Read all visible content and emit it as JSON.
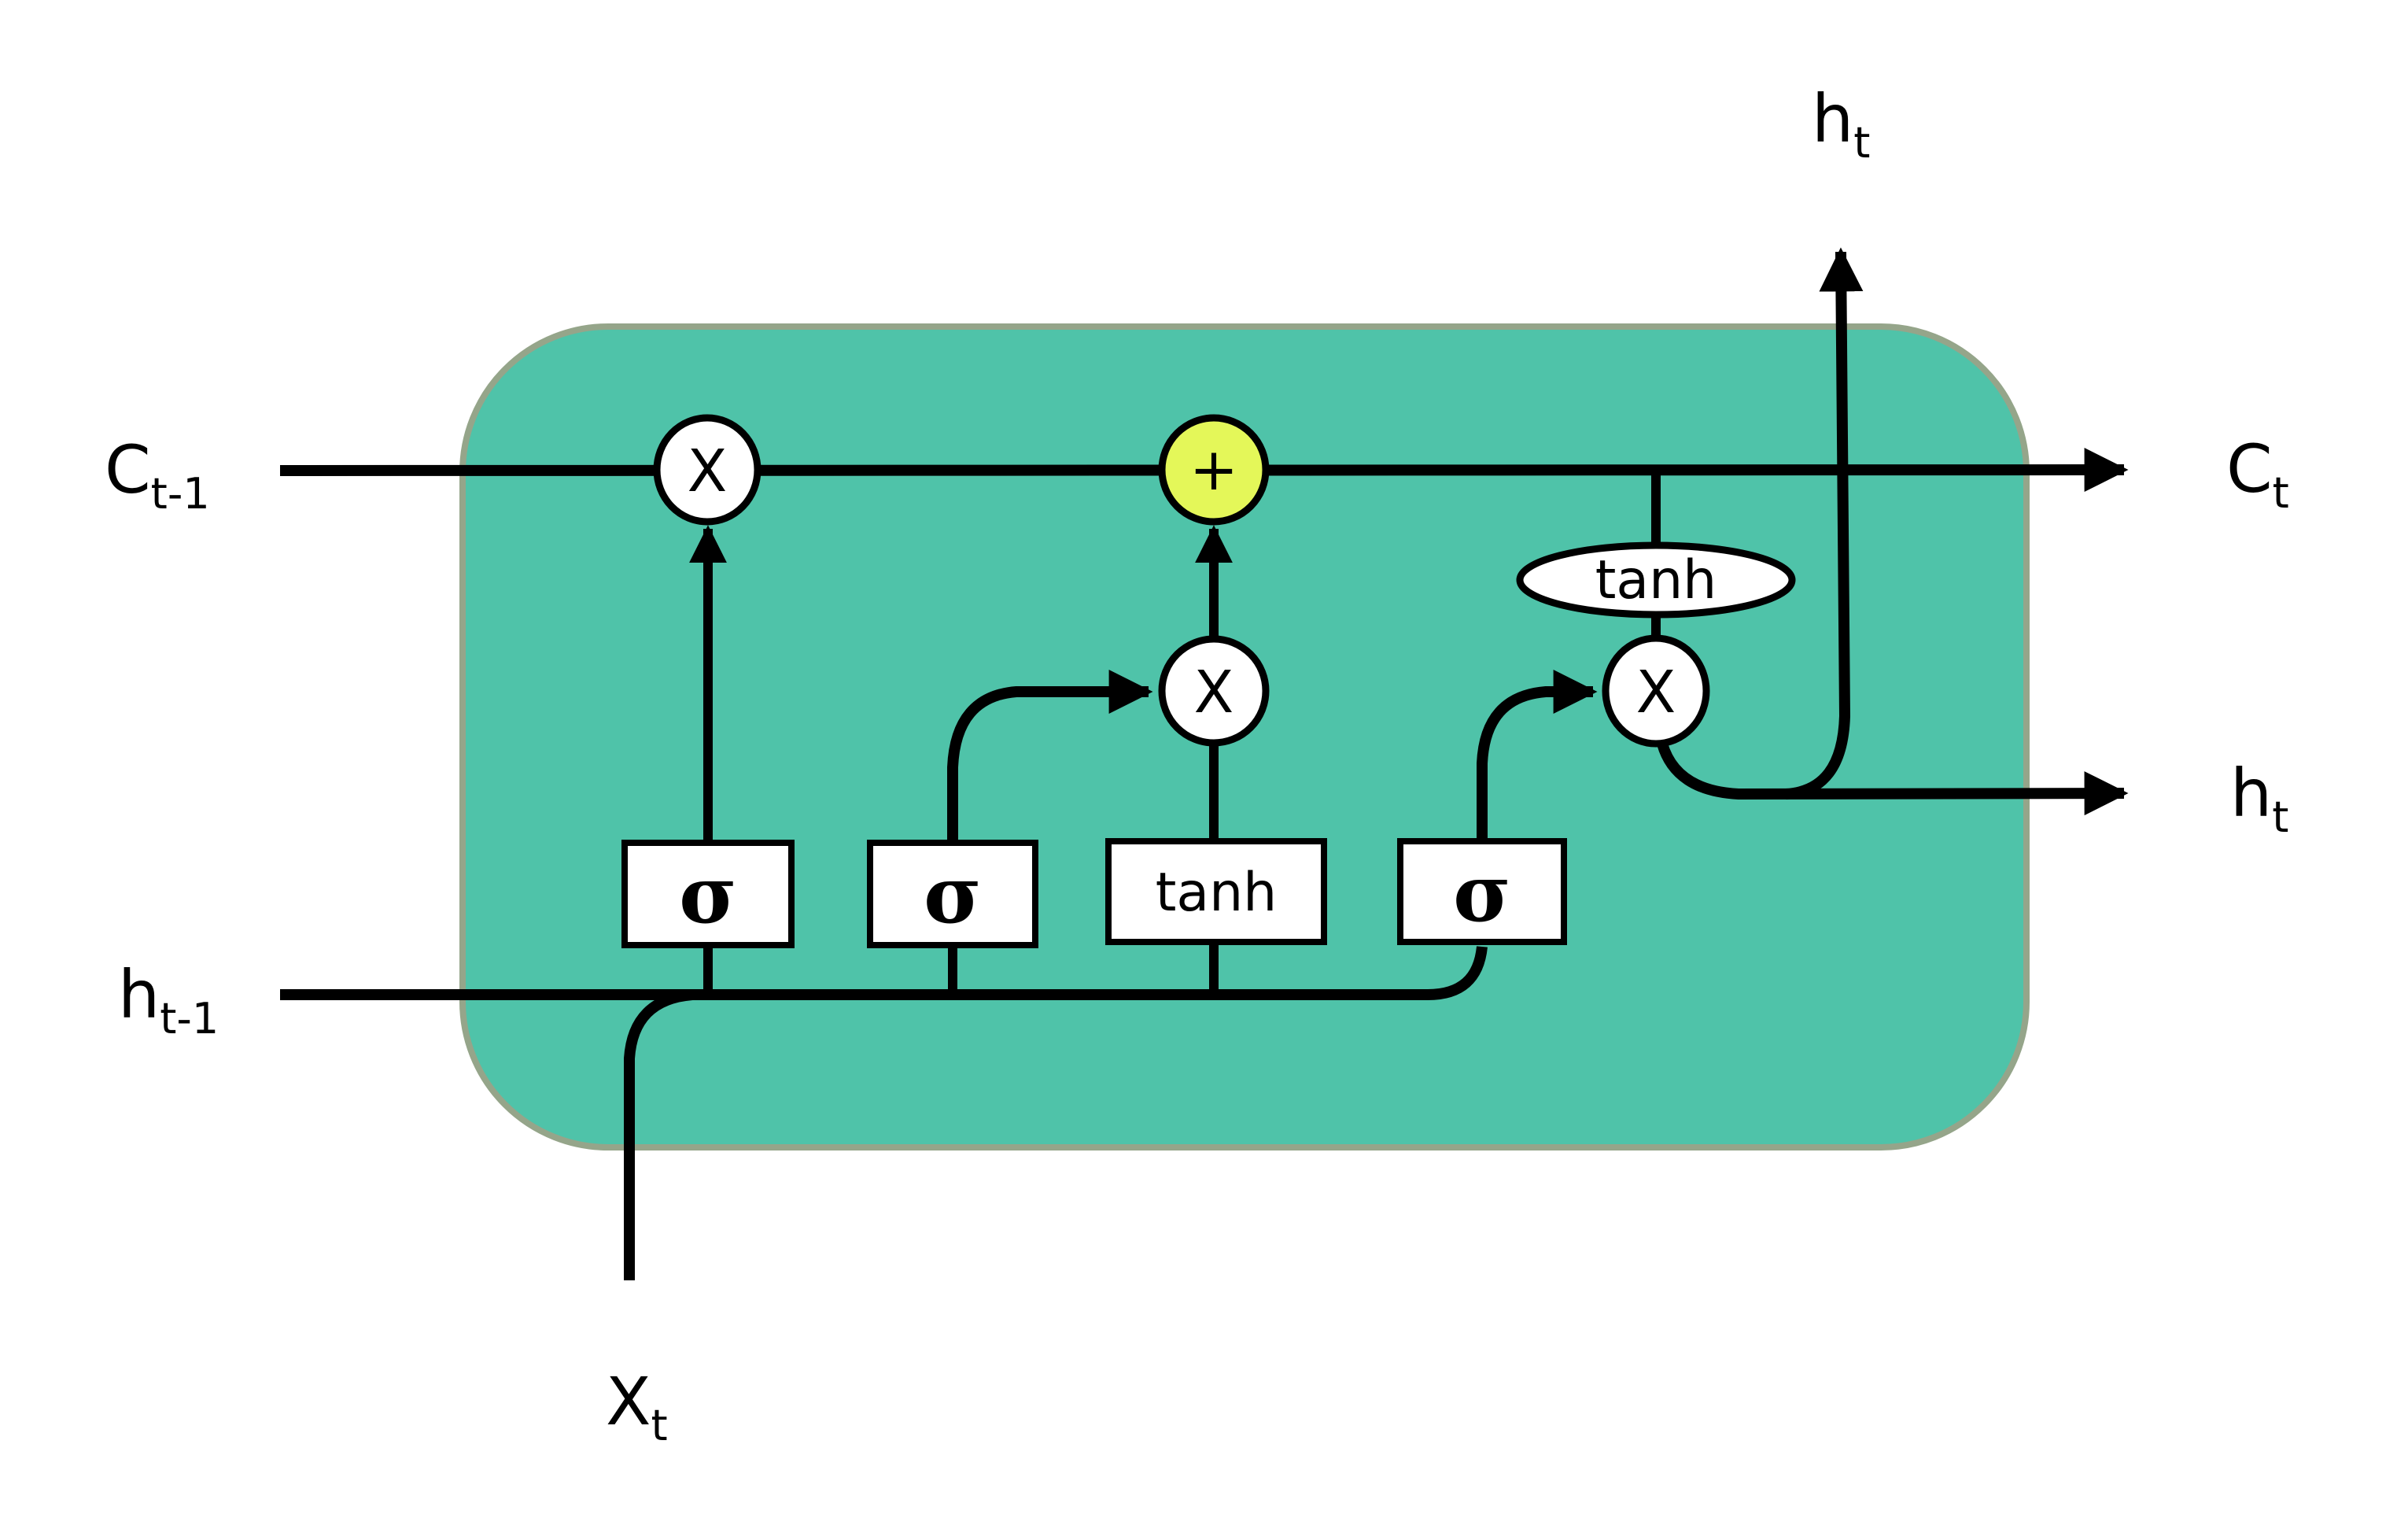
{
  "diagram": {
    "title": "LSTM cell",
    "colors": {
      "cell_fill": "#4FC3A9",
      "cell_border": "#95A58A",
      "add_node_fill": "#E4F759",
      "mul_node_fill": "#FFFFFF",
      "wire": "#000000"
    },
    "inputs": {
      "cell_state_prev": {
        "main": "C",
        "sub": "t-1"
      },
      "hidden_prev": {
        "main": "h",
        "sub": "t-1"
      },
      "input": {
        "main": "X",
        "sub": "t"
      }
    },
    "outputs": {
      "cell_state": {
        "main": "C",
        "sub": "t"
      },
      "hidden_right": {
        "main": "h",
        "sub": "t"
      },
      "hidden_top": {
        "main": "h",
        "sub": "t"
      }
    },
    "gates": [
      {
        "id": "forget-gate",
        "label": "σ"
      },
      {
        "id": "input-gate",
        "label": "σ"
      },
      {
        "id": "candidate-gate",
        "label": "tanh"
      },
      {
        "id": "output-gate",
        "label": "σ"
      }
    ],
    "operations": {
      "forget_multiply": "X",
      "cell_add": "+",
      "input_multiply": "X",
      "output_multiply": "X",
      "output_tanh": "tanh"
    }
  }
}
